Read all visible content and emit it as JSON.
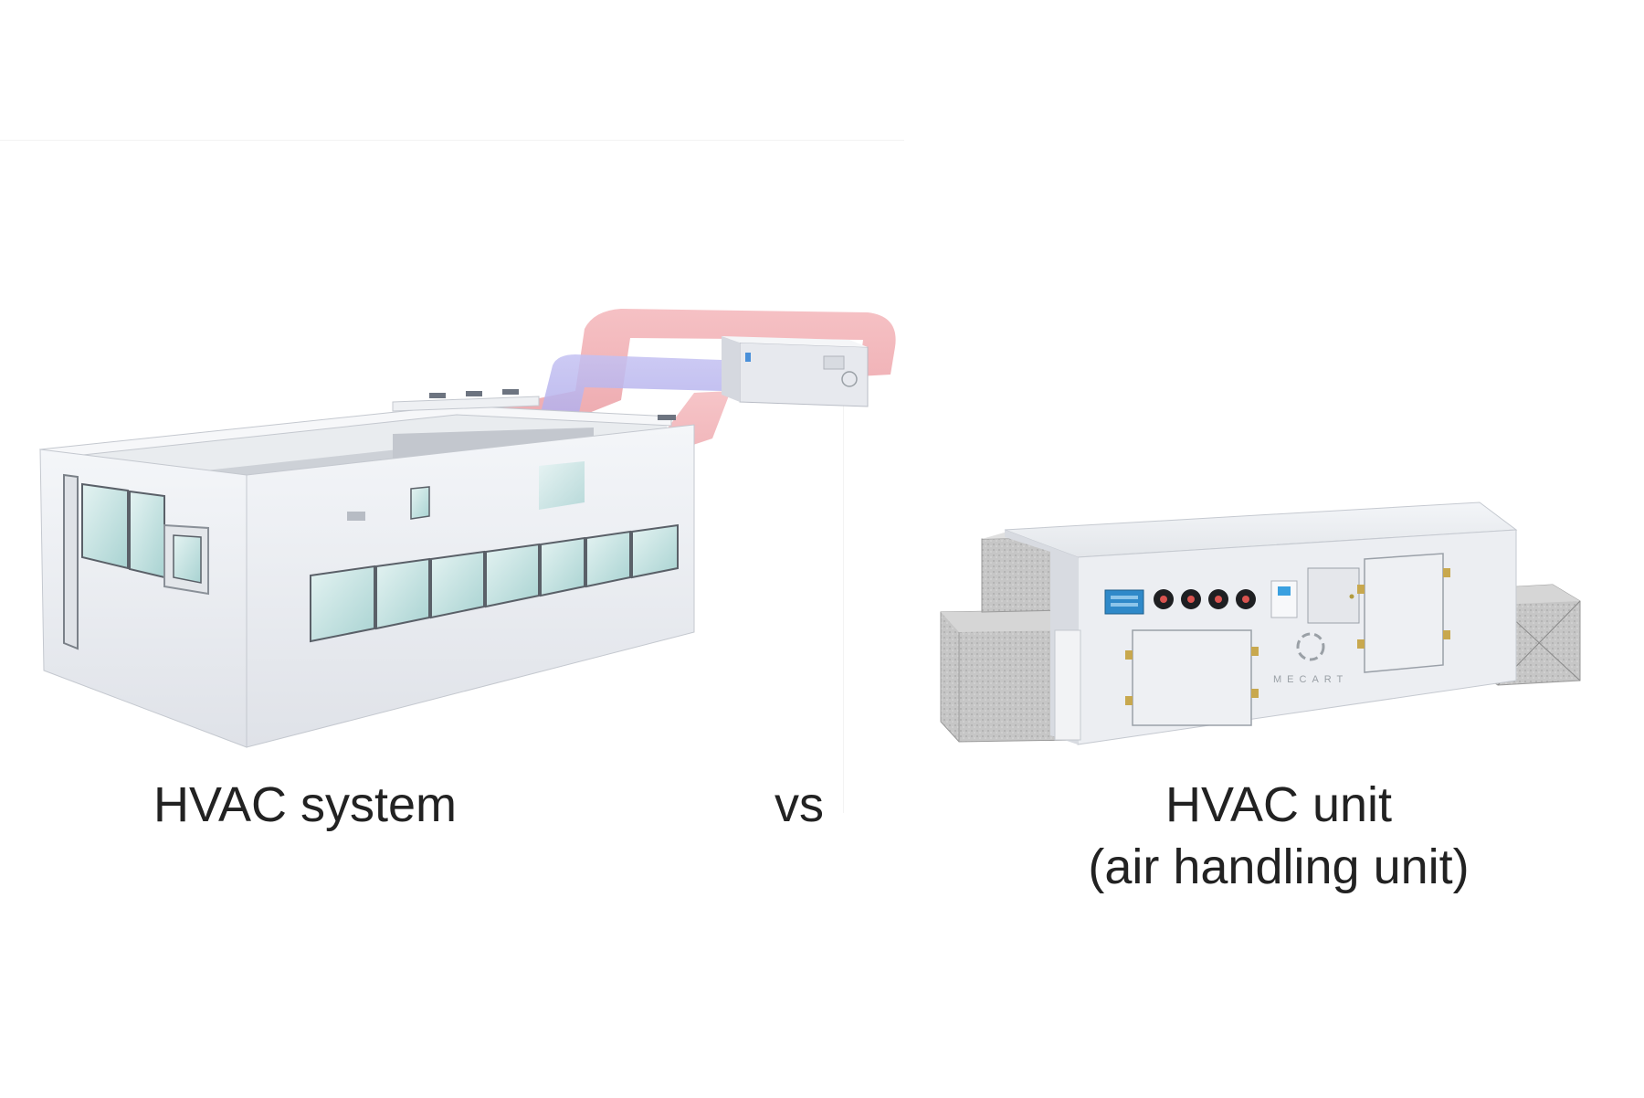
{
  "captions": {
    "system": "HVAC system",
    "versus": "vs",
    "unit_line1": "HVAC unit",
    "unit_line2": "(air handling unit)"
  },
  "unit_brand": "MECART",
  "colors": {
    "supply_duct": "#ee9ea4",
    "return_duct": "#a9a5ea",
    "panel_white": "#eef0f4",
    "panel_shadow": "#c9ccd4",
    "glass": "#cde7e6",
    "filter_grey": "#c7c7c7",
    "text": "#222222"
  }
}
